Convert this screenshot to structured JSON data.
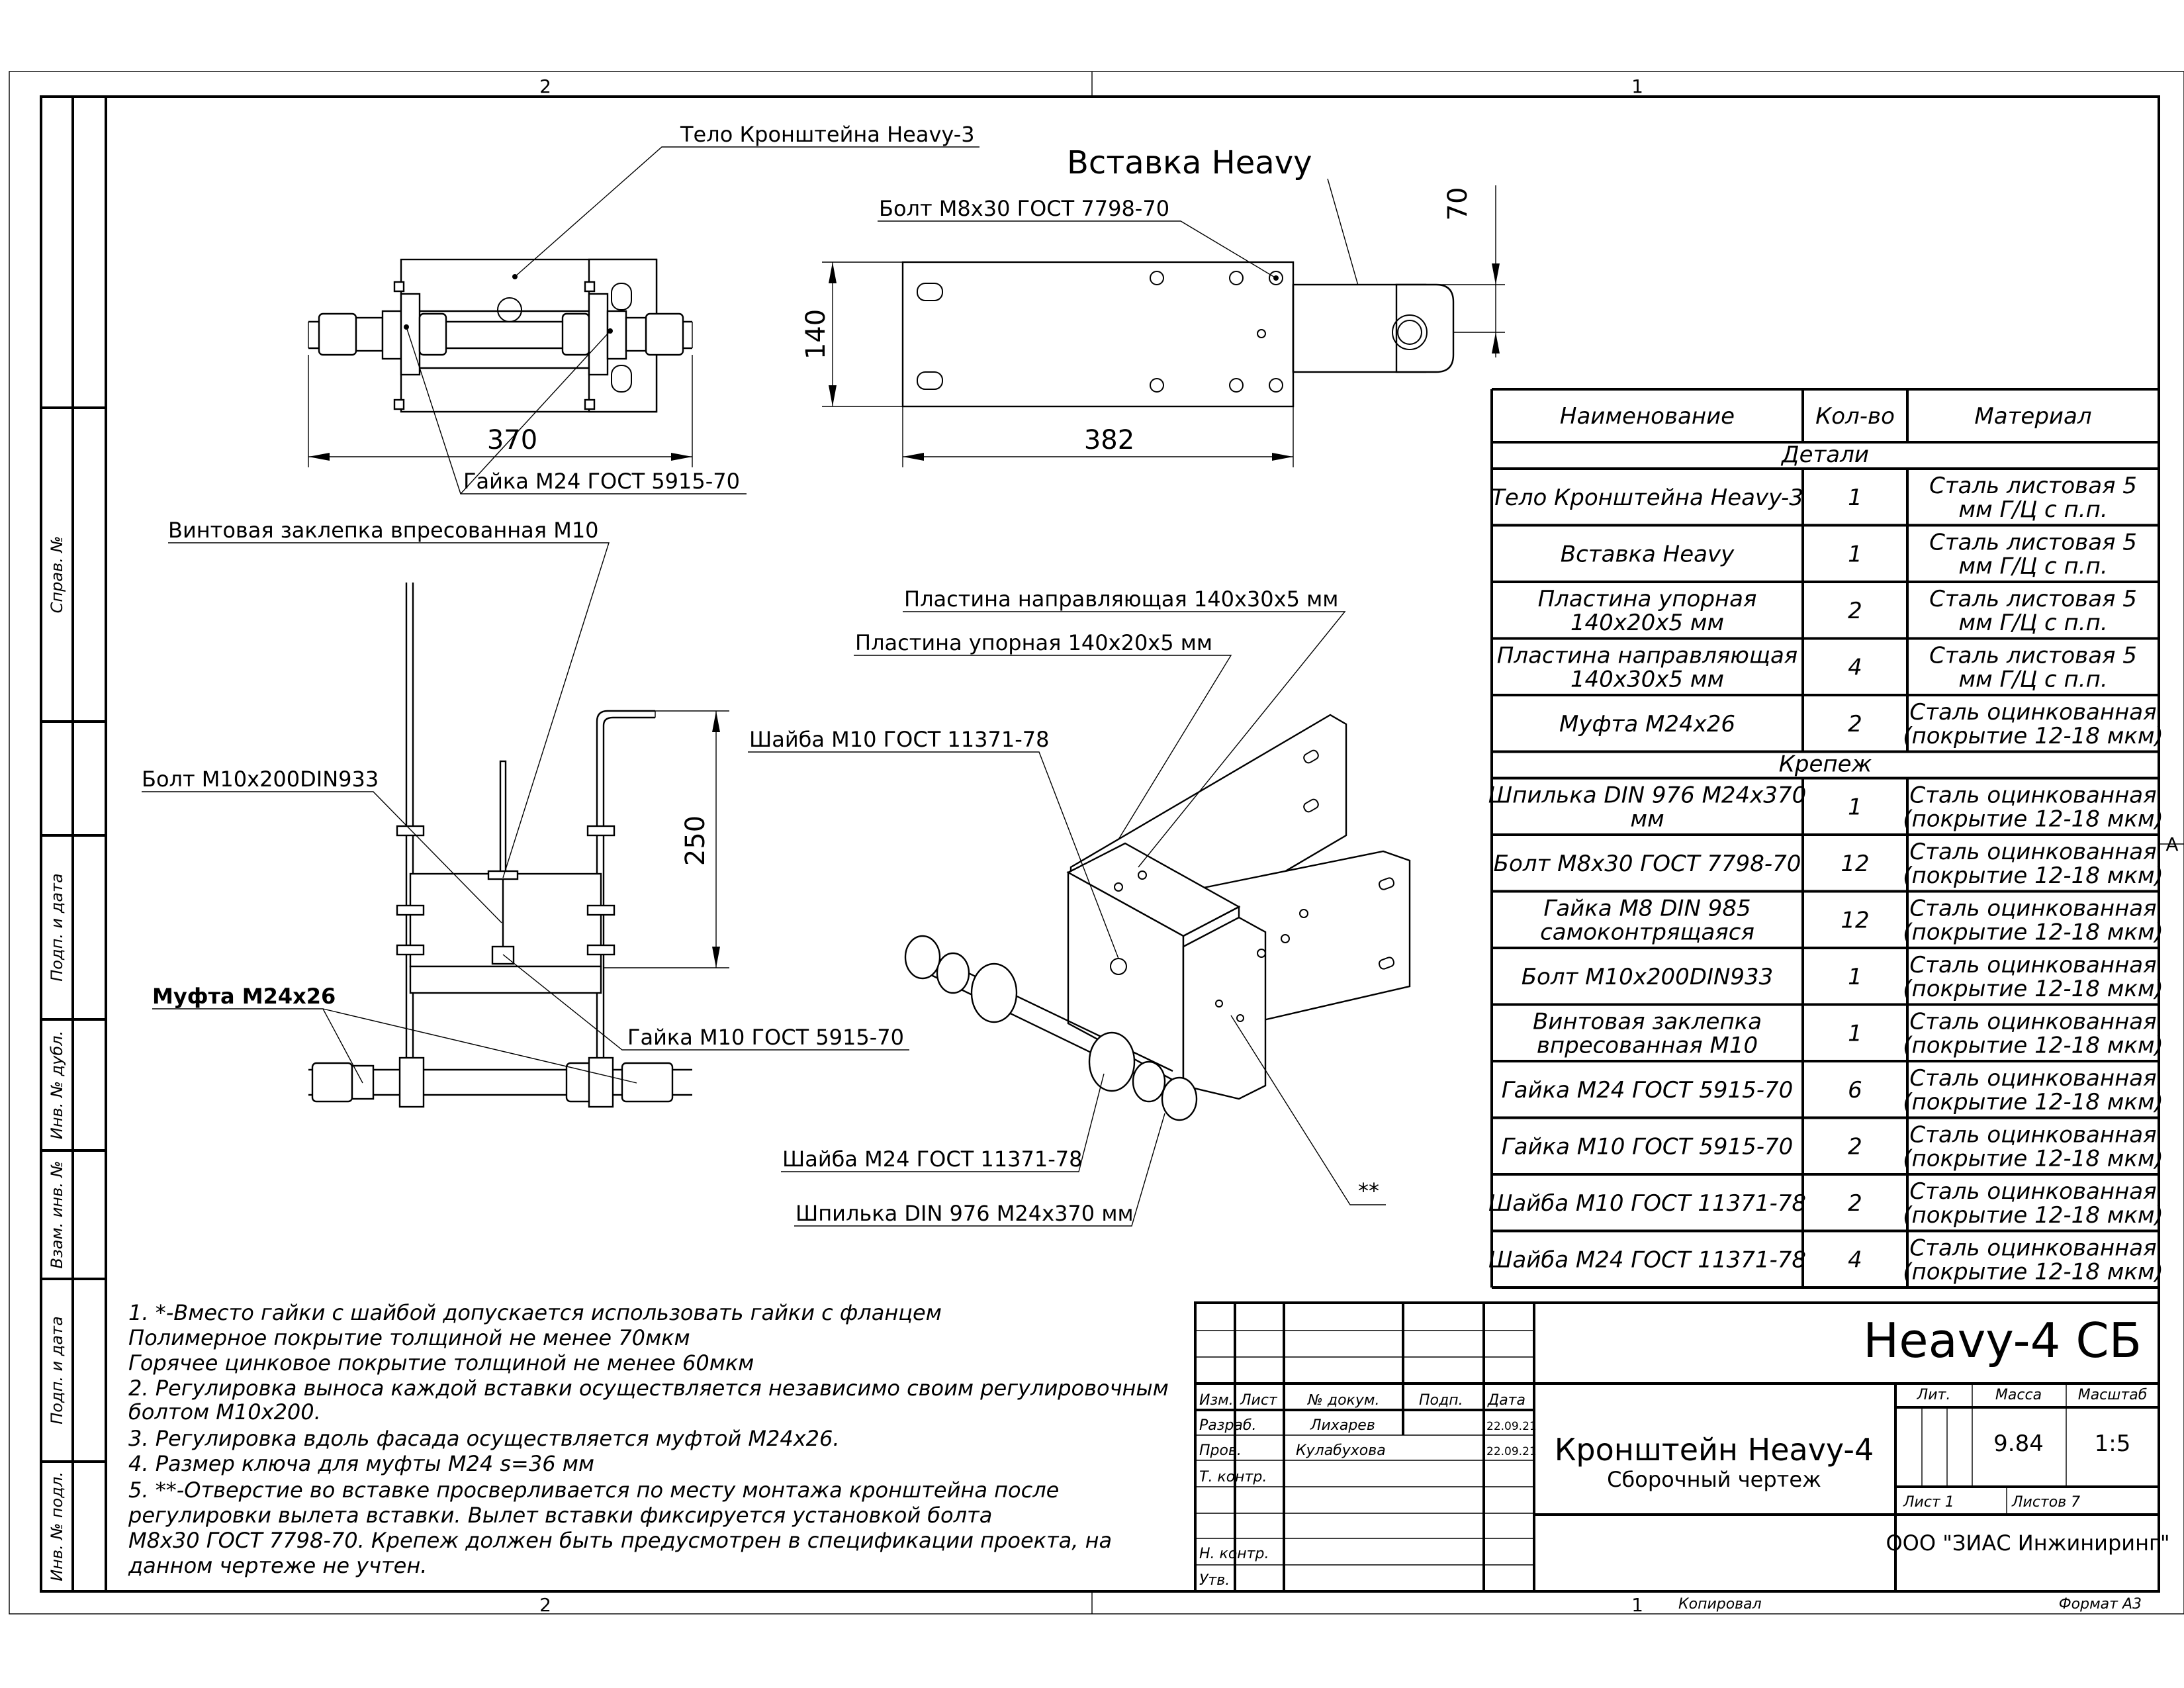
{
  "frame": {
    "zone_top_left": "2",
    "zone_top_right": "1",
    "zone_bottom_left": "2",
    "zone_bottom_right": "1",
    "zone_right": "A"
  },
  "side_stamps": [
    "Справ. №",
    "Подп. и дата",
    "Инв. № дубл.",
    "Взам. инв. №",
    "Подп. и дата",
    "Инв. № подл."
  ],
  "views": {
    "insert_title": "Вставка  Heavy",
    "leaders": {
      "body": "Тело Кронштейна Heavy-3",
      "nut_m24": "Гайка М24 ГОСТ 5915-70",
      "bolt_m8": "Болт М8х30 ГОСТ 7798-70",
      "rivet": "Винтовая заклепка впресованная М10",
      "bolt_m10": "Болт М10х200DIN933",
      "coupling": "Муфта М24х26",
      "nut_m10": "Гайка М10 ГОСТ 5915-70",
      "guide_plate": "Пластина направляющая 140х30х5 мм",
      "stop_plate": "Пластина упорная 140х20х5 мм",
      "washer_m10": "Шайба М10 ГОСТ 11371-78",
      "washer_m24": "Шайба М24 ГОСТ 11371-78",
      "stud": "Шпилька DIN 976 М24х370 мм",
      "hole_note": "**"
    },
    "dims": {
      "top_width": "370",
      "insert_width": "382",
      "insert_height": "140",
      "ear_size": "70",
      "front_height": "250"
    }
  },
  "spec_table": {
    "headers": [
      "Наименование",
      "Кол-во",
      "Материал"
    ],
    "rows": [
      {
        "section": "Детали"
      },
      {
        "name": [
          "Тело Кронштейна Heavy-3"
        ],
        "qty": "1",
        "mat": [
          "Сталь листовая 5",
          "мм    Г/Ц с п.п."
        ]
      },
      {
        "name": [
          "Вставка  Heavy"
        ],
        "qty": "1",
        "mat": [
          "Сталь листовая 5",
          "мм    Г/Ц с п.п."
        ]
      },
      {
        "name": [
          "Пластина упорная",
          "140х20х5 мм"
        ],
        "qty": "2",
        "mat": [
          "Сталь листовая 5",
          "мм    Г/Ц с п.п."
        ]
      },
      {
        "name": [
          "Пластина направляющая",
          "140х30х5 мм"
        ],
        "qty": "4",
        "mat": [
          "Сталь листовая 5",
          "мм    Г/Ц с п.п."
        ]
      },
      {
        "name": [
          "Муфта М24х26"
        ],
        "qty": "2",
        "mat": [
          "Сталь оцинкованная",
          "(покрытие 12-18 мкм)"
        ]
      },
      {
        "section": "Крепеж"
      },
      {
        "name": [
          "Шпилька DIN 976 М24х370",
          "мм"
        ],
        "qty": "1",
        "mat": [
          "Сталь оцинкованная",
          "(покрытие 12-18 мкм)"
        ]
      },
      {
        "name": [
          "Болт М8х30 ГОСТ 7798-70"
        ],
        "qty": "12",
        "mat": [
          "Сталь оцинкованная",
          "(покрытие 12-18 мкм)"
        ]
      },
      {
        "name": [
          "Гайка М8 DIN 985",
          "самоконтрящаяся"
        ],
        "qty": "12",
        "mat": [
          "Сталь оцинкованная",
          "(покрытие 12-18 мкм)"
        ]
      },
      {
        "name": [
          "Болт М10х200DIN933"
        ],
        "qty": "1",
        "mat": [
          "Сталь оцинкованная",
          "(покрытие 12-18 мкм)"
        ]
      },
      {
        "name": [
          "Винтовая заклепка",
          "впресованная М10"
        ],
        "qty": "1",
        "mat": [
          "Сталь оцинкованная",
          "(покрытие 12-18 мкм)"
        ]
      },
      {
        "name": [
          "Гайка М24 ГОСТ 5915-70"
        ],
        "qty": "6",
        "mat": [
          "Сталь оцинкованная",
          "(покрытие 12-18 мкм)"
        ]
      },
      {
        "name": [
          "Гайка М10 ГОСТ 5915-70"
        ],
        "qty": "2",
        "mat": [
          "Сталь оцинкованная",
          "(покрытие 12-18 мкм)"
        ]
      },
      {
        "name": [
          "Шайба М10 ГОСТ 11371-78"
        ],
        "qty": "2",
        "mat": [
          "Сталь оцинкованная",
          "(покрытие 12-18 мкм)"
        ]
      },
      {
        "name": [
          "Шайба М24 ГОСТ 11371-78"
        ],
        "qty": "4",
        "mat": [
          "Сталь оцинкованная",
          "(покрытие 12-18 мкм)"
        ]
      }
    ]
  },
  "notes": [
    "1. *-Вместо гайки с шайбой  допускается использовать гайки с фланцем",
    "Полимерное покрытие толщиной не менее 70мкм",
    "Горячее цинковое покрытие толщиной не менее 60мкм",
    "2. Регулировка выноса каждой вставки осуществляется независимо своим регулировочным",
    "болтом М10х200.",
    "3. Регулировка вдоль фасада осуществляется муфтой М24х26.",
    "4. Размер ключа для муфты М24 s=36 мм",
    "5. **-Отверстие во вставке просверливается по месту монтажа кронштейна после",
    " регулировки вылета вставки. Вылет вставки фиксируется установкой болта",
    " М8х30 ГОСТ 7798-70. Крепеж должен быть предусмотрен в спецификации проекта, на",
    "данном чертеже не учтен."
  ],
  "title_block": {
    "designation": "Heavy-4 СБ",
    "name": "Кронштейн Heavy-4",
    "doc_type": "Сборочный чертеж",
    "col_labels": [
      "Изм.",
      "Лист",
      "№ докум.",
      "Подп.",
      "Дата"
    ],
    "roles": [
      "Разраб.",
      "Пров.",
      "Т. контр.",
      "",
      "Н. контр.",
      "Утв."
    ],
    "people": [
      "Лихарев",
      "Кулабухова"
    ],
    "dates": [
      "22.09.21",
      "22.09.21"
    ],
    "lit_label": "Лит.",
    "mass_label": "Масса",
    "scale_label": "Масштаб",
    "mass": "9.84",
    "scale": "1:5",
    "sheet": "Лист 1",
    "sheets": "Листов 7",
    "company": "ООО \"ЗИАС Инжиниринг\"",
    "copied": "Копировал",
    "format": "Формат А3"
  }
}
